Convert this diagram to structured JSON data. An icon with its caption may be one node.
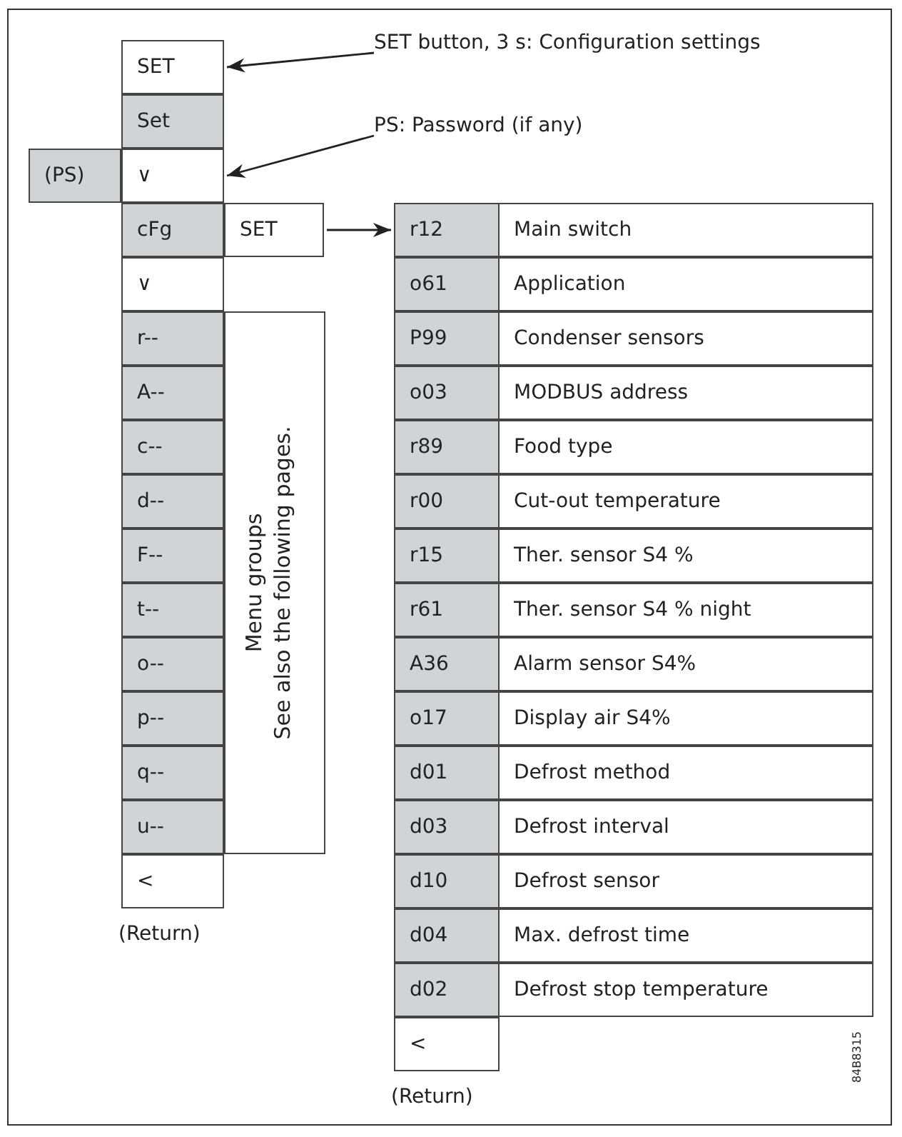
{
  "diagram": {
    "nodes": [
      {
        "text": [
          "SET"
        ]
      },
      {
        "text": [
          "Set"
        ]
      },
      {
        "text": [
          "(PS)"
        ]
      },
      {
        "text": [
          "∨"
        ]
      },
      {
        "text": [
          "cFg"
        ]
      },
      {
        "text": [
          "SET"
        ]
      },
      {
        "text": [
          "∨"
        ]
      },
      {
        "text": [
          "r--"
        ]
      },
      {
        "text": [
          "A--"
        ]
      },
      {
        "text": [
          "c--"
        ]
      },
      {
        "text": [
          "d--"
        ]
      },
      {
        "text": [
          "F--"
        ]
      },
      {
        "text": [
          "t--"
        ]
      },
      {
        "text": [
          "o--"
        ]
      },
      {
        "text": [
          "p--"
        ]
      },
      {
        "text": [
          "q--"
        ]
      },
      {
        "text": [
          "u--"
        ]
      },
      {
        "text": [
          "Menu groups",
          "See also the following pages."
        ]
      },
      {
        "text": [
          "<"
        ],
        "beside": [
          "(Return)"
        ]
      },
      {
        "text": [
          "r12",
          "Main switch"
        ]
      },
      {
        "text": [
          "o61",
          "Application"
        ]
      },
      {
        "text": [
          "P99",
          "Condenser sensors"
        ]
      },
      {
        "text": [
          "o03",
          "MODBUS address"
        ]
      },
      {
        "text": [
          "r89",
          "Food type"
        ]
      },
      {
        "text": [
          "r00",
          "Cut-out temperature"
        ]
      },
      {
        "text": [
          "r15",
          "Ther. sensor S4 %"
        ]
      },
      {
        "text": [
          "r61",
          "Ther. sensor S4 % night"
        ]
      },
      {
        "text": [
          "A36",
          "Alarm sensor S4%"
        ]
      },
      {
        "text": [
          "o17",
          "Display air S4%"
        ]
      },
      {
        "text": [
          "d01",
          "Defrost method"
        ]
      },
      {
        "text": [
          "d03",
          "Defrost interval"
        ]
      },
      {
        "text": [
          "d10",
          "Defrost sensor"
        ]
      },
      {
        "text": [
          "d04",
          "Max. defrost time"
        ]
      },
      {
        "text": [
          "d02",
          "Defrost stop temperature"
        ]
      },
      {
        "text": [
          "<"
        ],
        "beside": [
          "(Return)"
        ]
      },
      {
        "text": [
          "SET button, 3 s: Configuration settings"
        ]
      },
      {
        "text": [
          "PS: Password (if any)"
        ]
      }
    ],
    "edges": [
      {
        "from": 35,
        "to": 0,
        "arrow": "to"
      },
      {
        "from": 36,
        "to": 3,
        "arrow": "to"
      },
      {
        "from": 5,
        "to": 19,
        "arrow": "to"
      }
    ],
    "labels": [
      "84B8315"
    ]
  }
}
